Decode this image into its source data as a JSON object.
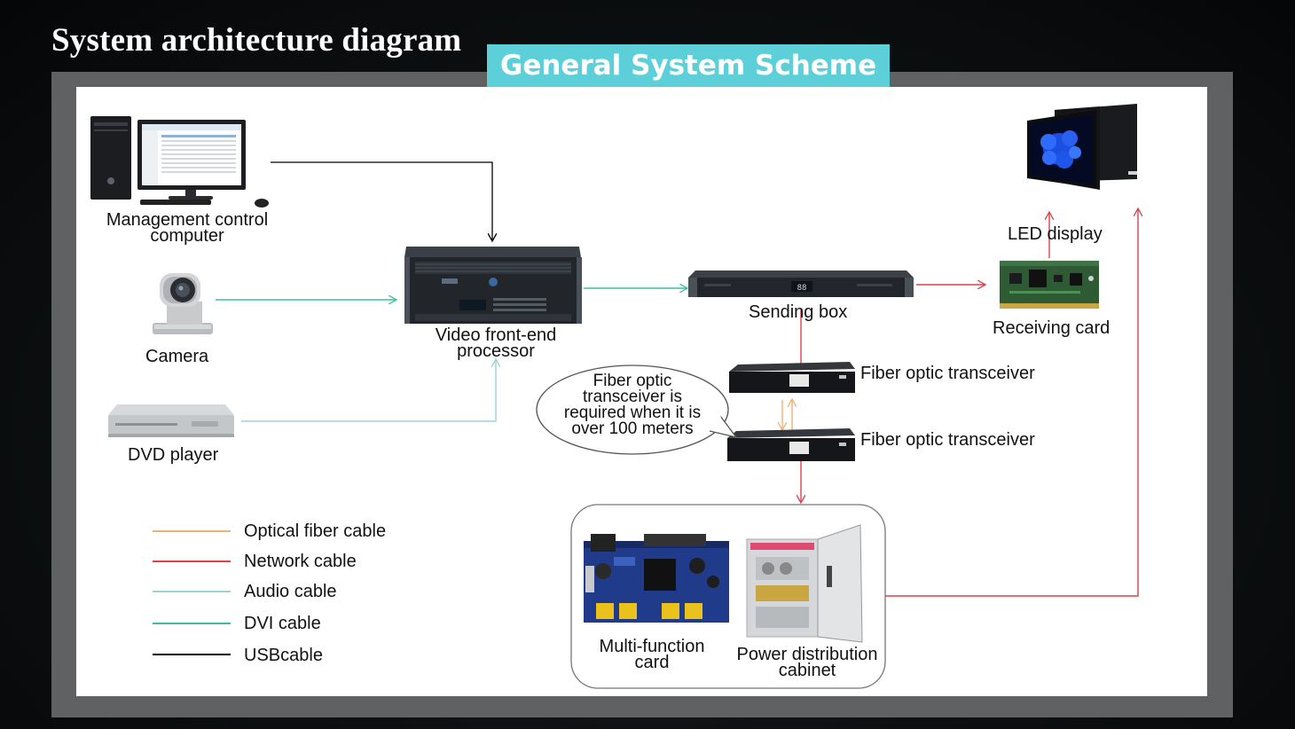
{
  "page_title": "System architecture diagram",
  "banner": "General System Scheme",
  "nodes": {
    "management_computer": "Management control\ncomputer",
    "camera": "Camera",
    "dvd_player": "DVD player",
    "video_processor": "Video front-end\nprocessor",
    "sending_box": "Sending box",
    "led_display": "LED display",
    "receiving_card": "Receiving card",
    "fiber_transceiver_1": "Fiber optic transceiver",
    "fiber_transceiver_2": "Fiber optic transceiver",
    "multi_function_card": "Multi-function\ncard",
    "power_cabinet": "Power distribution\ncabinet"
  },
  "callout": "Fiber optic\ntransceiver is\nrequired when it is\nover 100 meters",
  "device_screen_text": "88",
  "legend": [
    {
      "label": "Optical fiber cable",
      "color": "#f0b070"
    },
    {
      "label": "Network cable",
      "color": "#d9424c"
    },
    {
      "label": "Audio cable",
      "color": "#9fd0d8"
    },
    {
      "label": "DVI cable",
      "color": "#3cbfa0"
    },
    {
      "label": "USBcable",
      "color": "#000000"
    }
  ],
  "colors": {
    "usb": "#000000",
    "dvi": "#3cbfa0",
    "audio": "#9fd0d8",
    "network": "#d9424c",
    "fiber": "#f0b070",
    "banner": "#5ccfd9"
  }
}
